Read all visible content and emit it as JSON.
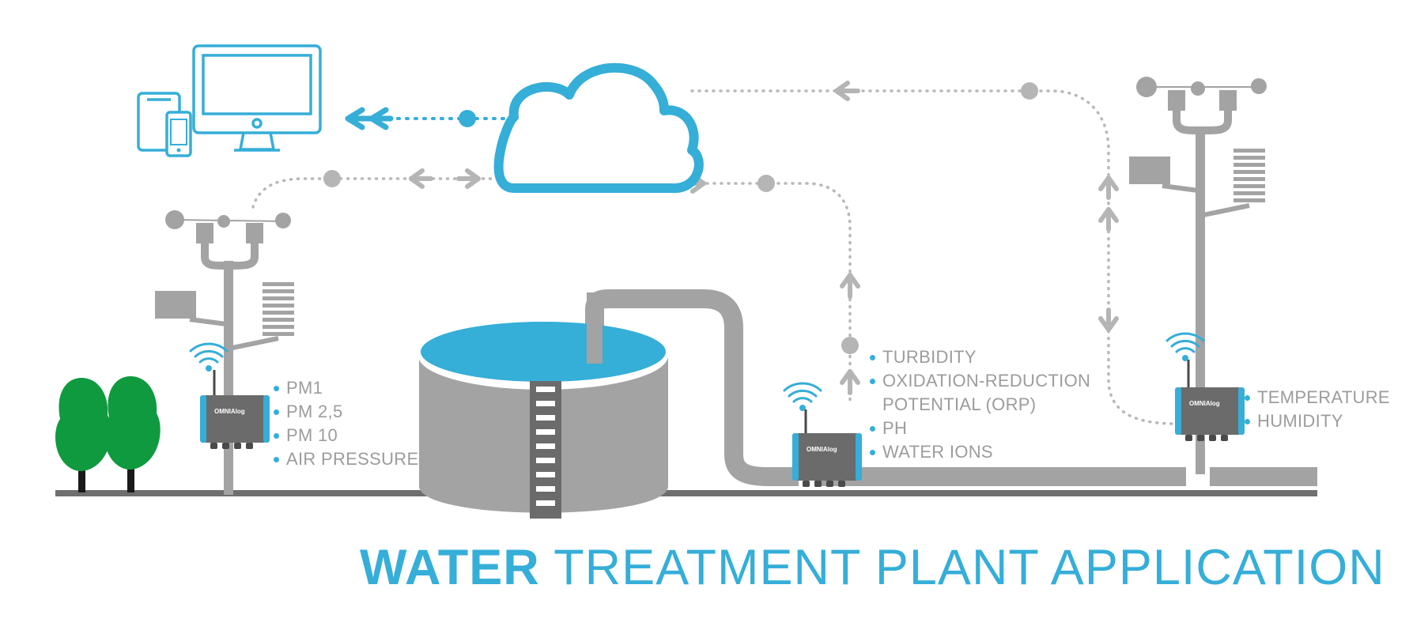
{
  "title": {
    "strong": "WATER",
    "rest": "TREATMENT PLANT APPLICATION"
  },
  "logger_brand": "OMNIAlog",
  "left_station": {
    "sensors": [
      "PM1",
      "PM 2,5",
      "PM 10",
      "AIR PRESSURE"
    ]
  },
  "tank_logger": {
    "sensors": [
      "TURBIDITY",
      "OXIDATION-REDUCTION",
      "POTENTIAL (ORP)",
      "PH",
      "WATER IONS"
    ]
  },
  "right_station": {
    "sensors": [
      "TEMPERATURE",
      "HUMIDITY"
    ]
  },
  "colors": {
    "accent": "#35aed8",
    "gray": "#a3a3a3",
    "dark": "#6b6b6b",
    "tree": "#0f9a3f",
    "ground": "#6e6e6e"
  },
  "icons": [
    "monitor-icon",
    "tablet-icon",
    "phone-icon",
    "cloud-icon",
    "weather-station-icon",
    "wifi-icon",
    "datalogger-icon",
    "water-tank-icon",
    "tree-icon"
  ]
}
